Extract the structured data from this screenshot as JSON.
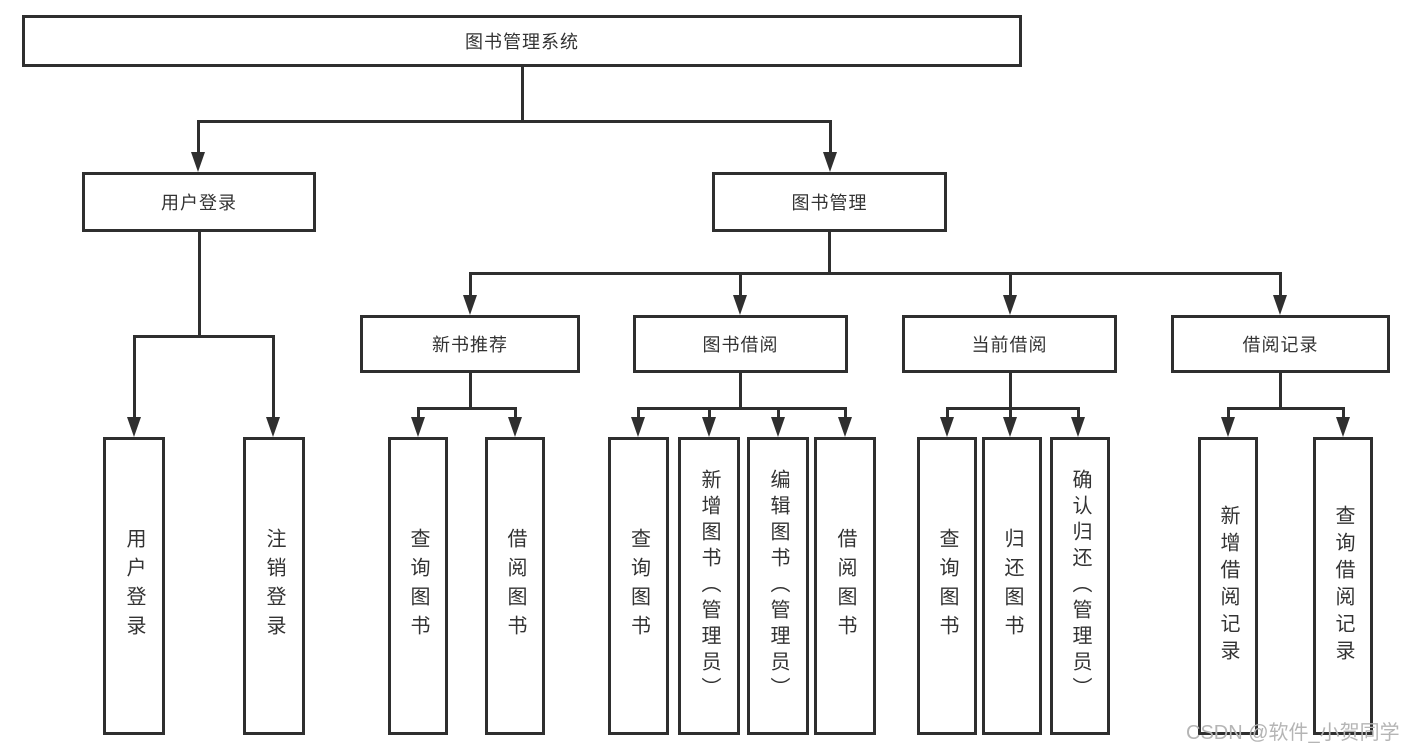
{
  "tree": {
    "root": {
      "label": "图书管理系统"
    },
    "branches": [
      {
        "label": "用户登录",
        "leaves": [
          "用户登录",
          "注销登录"
        ]
      },
      {
        "label": "图书管理",
        "groups": [
          {
            "label": "新书推荐",
            "leaves": [
              "查询图书",
              "借阅图书"
            ]
          },
          {
            "label": "图书借阅",
            "leaves": [
              "查询图书",
              "新增图书（管理员）",
              "编辑图书（管理员）",
              "借阅图书"
            ]
          },
          {
            "label": "当前借阅",
            "leaves": [
              "查询图书",
              "归还图书",
              "确认归还（管理员）"
            ]
          },
          {
            "label": "借阅记录",
            "leaves": [
              "新增借阅记录",
              "查询借阅记录"
            ]
          }
        ]
      }
    ]
  },
  "watermark": {
    "text": "CSDN @软件_小贺同学"
  },
  "colors": {
    "line": "#2f2f2f",
    "text": "#333333",
    "background": "#ffffff",
    "watermark": "#b5b5b5"
  }
}
